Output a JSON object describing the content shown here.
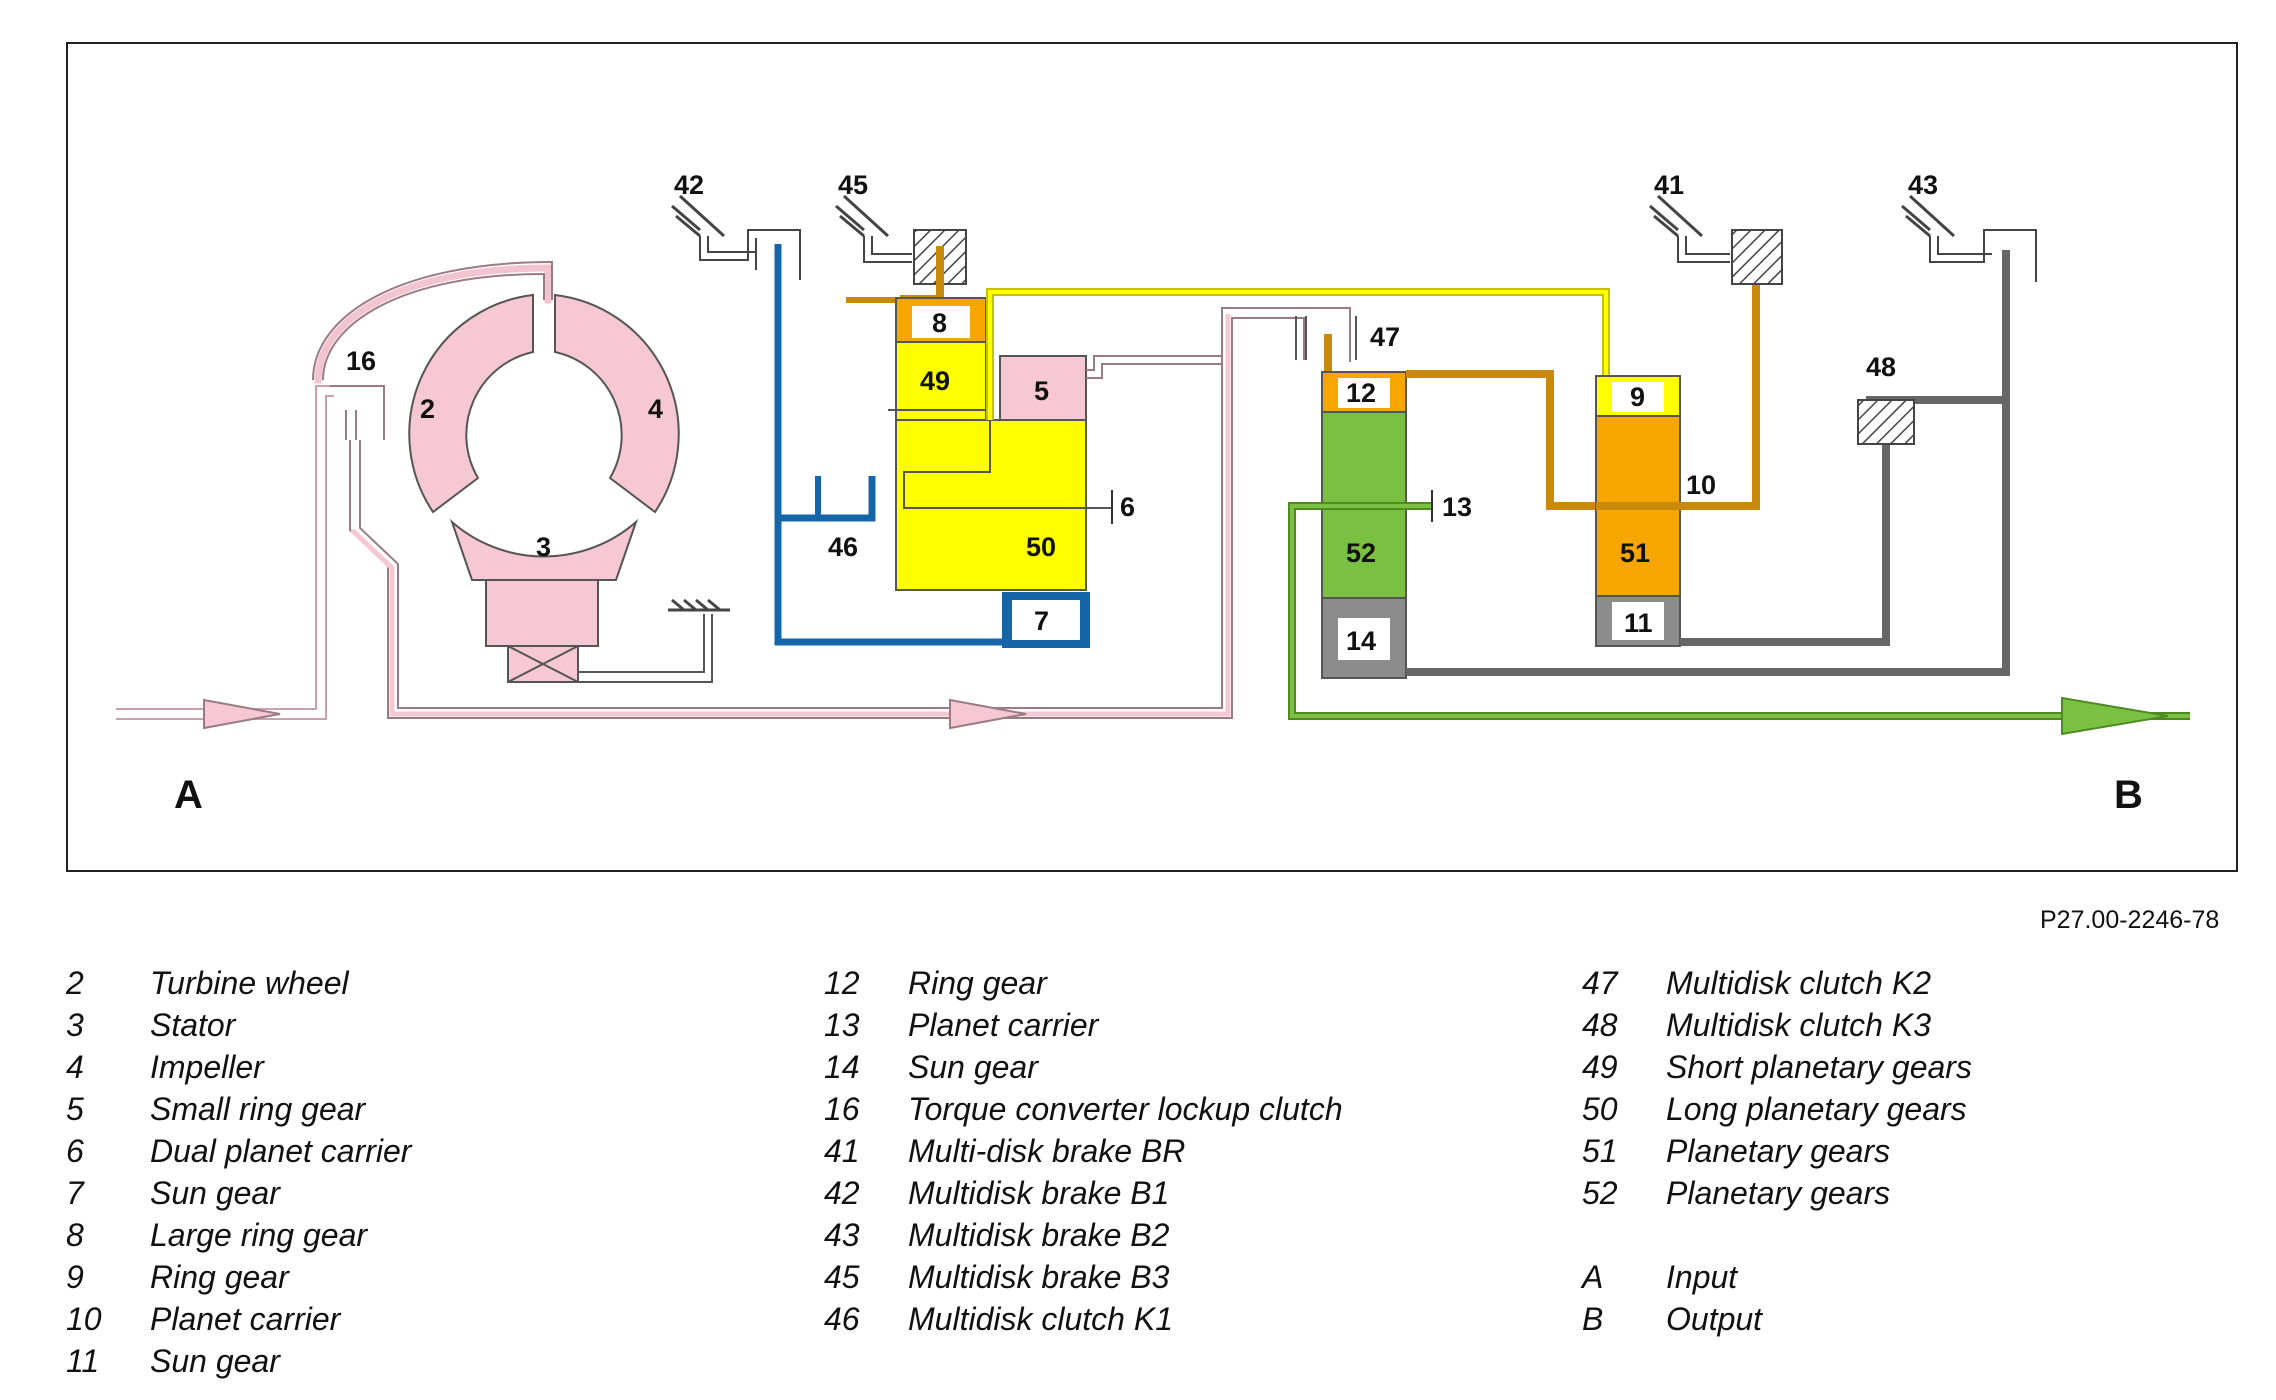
{
  "diagram_labels": {
    "n2": "2",
    "n3": "3",
    "n4": "4",
    "n5": "5",
    "n6": "6",
    "n7": "7",
    "n8": "8",
    "n9": "9",
    "n10": "10",
    "n11": "11",
    "n12": "12",
    "n13": "13",
    "n14": "14",
    "n16": "16",
    "n41": "41",
    "n42": "42",
    "n43": "43",
    "n45": "45",
    "n46": "46",
    "n47": "47",
    "n48": "48",
    "n49": "49",
    "n50": "50",
    "n51": "51",
    "n52": "52",
    "A": "A",
    "B": "B"
  },
  "reference": "P27.00-2246-78",
  "legend": {
    "col1": [
      {
        "num": "2",
        "text": "Turbine wheel"
      },
      {
        "num": "3",
        "text": "Stator"
      },
      {
        "num": "4",
        "text": "Impeller"
      },
      {
        "num": "5",
        "text": "Small ring gear"
      },
      {
        "num": "6",
        "text": "Dual planet carrier"
      },
      {
        "num": "7",
        "text": "Sun gear"
      },
      {
        "num": "8",
        "text": "Large ring gear"
      },
      {
        "num": "9",
        "text": "Ring gear"
      },
      {
        "num": "10",
        "text": "Planet carrier"
      },
      {
        "num": "11",
        "text": "Sun gear"
      }
    ],
    "col2": [
      {
        "num": "12",
        "text": "Ring gear"
      },
      {
        "num": "13",
        "text": "Planet carrier"
      },
      {
        "num": "14",
        "text": "Sun gear"
      },
      {
        "num": "16",
        "text": "Torque converter lockup clutch"
      },
      {
        "num": "41",
        "text": "Multi-disk brake BR"
      },
      {
        "num": "42",
        "text": "Multidisk brake B1"
      },
      {
        "num": "43",
        "text": "Multidisk brake B2"
      },
      {
        "num": "45",
        "text": "Multidisk brake B3"
      },
      {
        "num": "46",
        "text": "Multidisk clutch K1"
      }
    ],
    "col3": [
      {
        "num": "47",
        "text": "Multidisk clutch K2"
      },
      {
        "num": "48",
        "text": "Multidisk clutch K3"
      },
      {
        "num": "49",
        "text": "Short planetary gears"
      },
      {
        "num": "50",
        "text": "Long planetary gears"
      },
      {
        "num": "51",
        "text": "Planetary gears"
      },
      {
        "num": "52",
        "text": "Planetary gears"
      }
    ],
    "col3b": [
      {
        "num": "A",
        "text": "Input"
      },
      {
        "num": "B",
        "text": "Output"
      }
    ]
  },
  "colors": {
    "pink": "#f6c8d4",
    "pink_line": "#e2a8b8",
    "yellow": "#ffff00",
    "orange": "#f7a600",
    "green": "#7ac143",
    "blue": "#1565a8",
    "gray": "#8c8c8c",
    "outline": "#555555"
  }
}
